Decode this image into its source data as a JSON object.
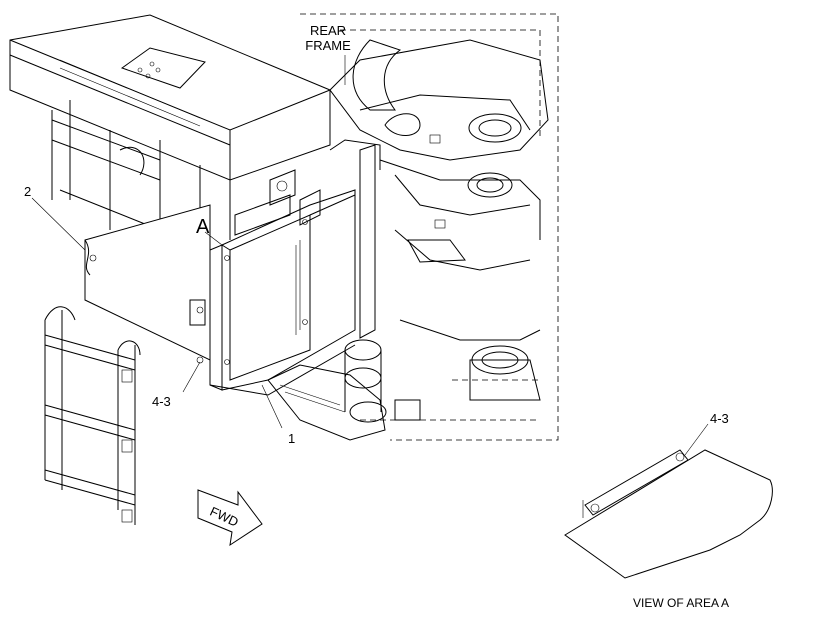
{
  "labels": {
    "rear_frame_line1": "REAR",
    "rear_frame_line2": "FRAME",
    "callout_2": "2",
    "callout_A": "A",
    "callout_4_3_left": "4-3",
    "callout_1": "1",
    "fwd_arrow": "FWD",
    "callout_4_3_right": "4-3",
    "view_caption": "VIEW OF AREA A"
  }
}
